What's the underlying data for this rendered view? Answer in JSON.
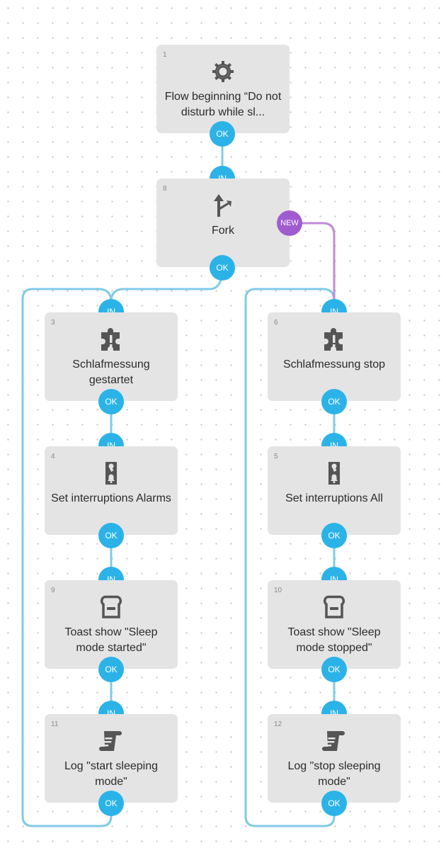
{
  "colors": {
    "port": "#2bb3e8",
    "wire": "#7fcbe6",
    "new_port": "#a05ccf",
    "new_wire": "#c08ad8",
    "block_bg": "#e4e4e4"
  },
  "port_labels": {
    "in": "IN",
    "ok": "OK",
    "new": "NEW"
  },
  "blocks": {
    "b1": {
      "id": "1",
      "icon": "gear-icon",
      "title": "Flow beginning “Do not disturb while sl..."
    },
    "b8": {
      "id": "8",
      "icon": "fork-icon",
      "title": "Fork"
    },
    "b3": {
      "id": "3",
      "icon": "plugin-icon",
      "title": "Schlafmessung gestartet"
    },
    "b4": {
      "id": "4",
      "icon": "door-hanger-icon",
      "title": "Set interruptions Alarms"
    },
    "b9": {
      "id": "9",
      "icon": "toast-icon",
      "title": "Toast show \"Sleep mode started\""
    },
    "b11": {
      "id": "11",
      "icon": "scroll-icon",
      "title": "Log \"start sleeping mode\""
    },
    "b6": {
      "id": "6",
      "icon": "plugin-icon",
      "title": "Schlafmessung stop"
    },
    "b5": {
      "id": "5",
      "icon": "door-hanger-icon",
      "title": "Set interruptions All"
    },
    "b10": {
      "id": "10",
      "icon": "toast-icon",
      "title": "Toast show \"Sleep mode stopped\""
    },
    "b12": {
      "id": "12",
      "icon": "scroll-icon",
      "title": "Log \"stop sleeping mode\""
    }
  }
}
